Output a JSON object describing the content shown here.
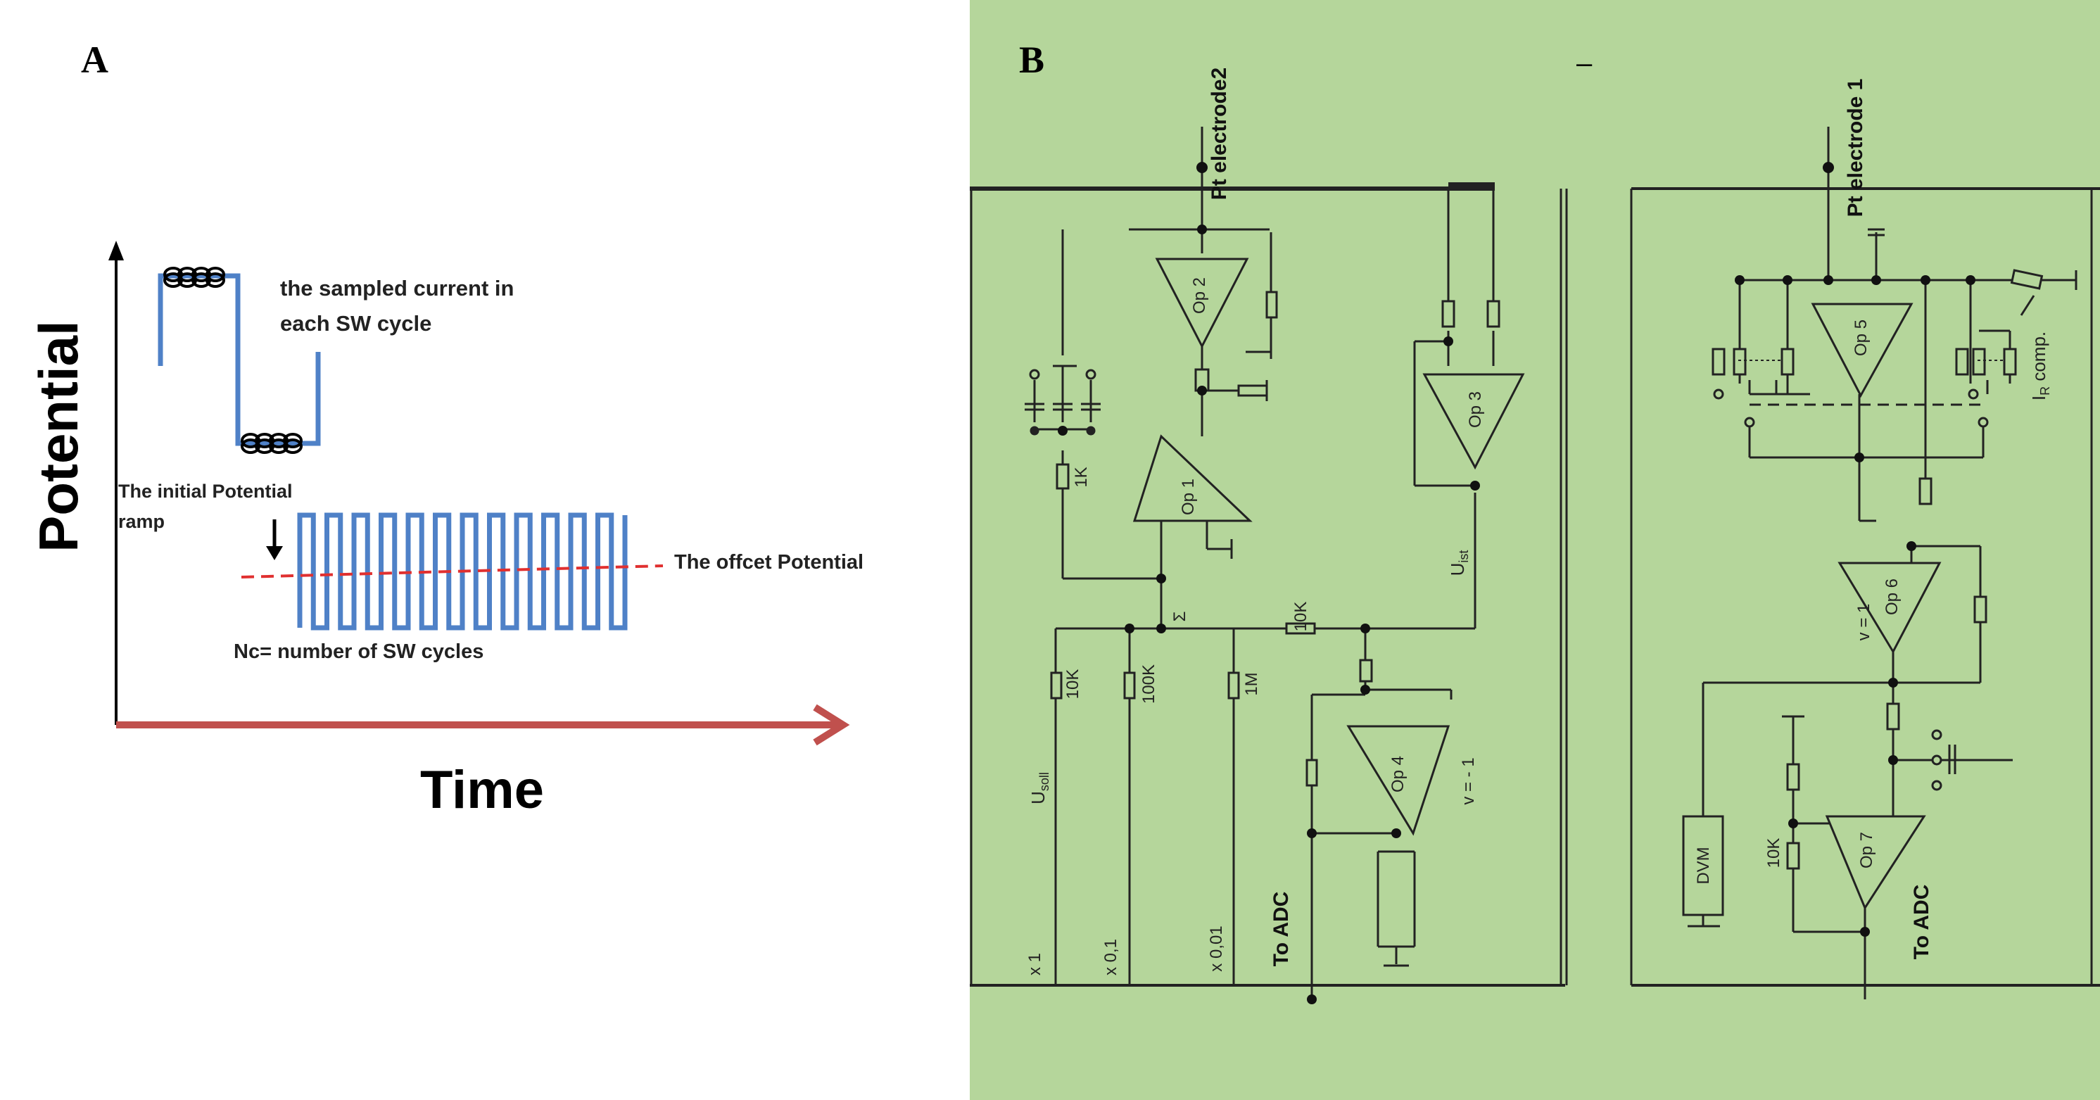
{
  "panel_a": {
    "letter": "A",
    "y_axis_label": "Potential",
    "x_axis_label": "Time",
    "annotation_sampled_line1": "the sampled current in",
    "annotation_sampled_line2": "each SW cycle",
    "annotation_ramp_line1": "The initial Potential",
    "annotation_ramp_line2": "ramp",
    "annotation_offset": "The offcet Potential",
    "annotation_cycles": "Nc= number of SW cycles",
    "colors": {
      "waveform": "#4f81c7",
      "offset_line": "#e03030",
      "time_axis": "#c0504d",
      "axis": "#000000"
    }
  },
  "panel_b": {
    "letter": "B",
    "dash_mark": "–",
    "background": "#b5d69b",
    "electrode2": "Pt electrode2",
    "electrode1": "Pt electrode 1",
    "op1": "Op 1",
    "op2": "Op 2",
    "op3": "Op 3",
    "op4": "Op 4",
    "op5": "Op 5",
    "op6": "Op 6",
    "op7": "Op 7",
    "r_1k": "1K",
    "r_10k_h": "10K",
    "r_10k_v": "10K",
    "r_100k": "100K",
    "r_1m": "1M",
    "r_10k_op7": "10K",
    "sigma": "Σ",
    "u_soll_main": "U",
    "u_soll_sub": "soll",
    "u_ist_main": "U",
    "u_ist_sub": "ist",
    "v_minus_1": "v = - 1",
    "v_1": "v = 1",
    "x1": "x 1",
    "x01": "x 0,1",
    "x001": "x 0,01",
    "to_adc_1": "To ADC",
    "to_adc_2": "To ADC",
    "dvm": "DVM",
    "ir_comp_main": "I",
    "ir_comp_sub": "R",
    "ir_comp_rest": " comp."
  }
}
